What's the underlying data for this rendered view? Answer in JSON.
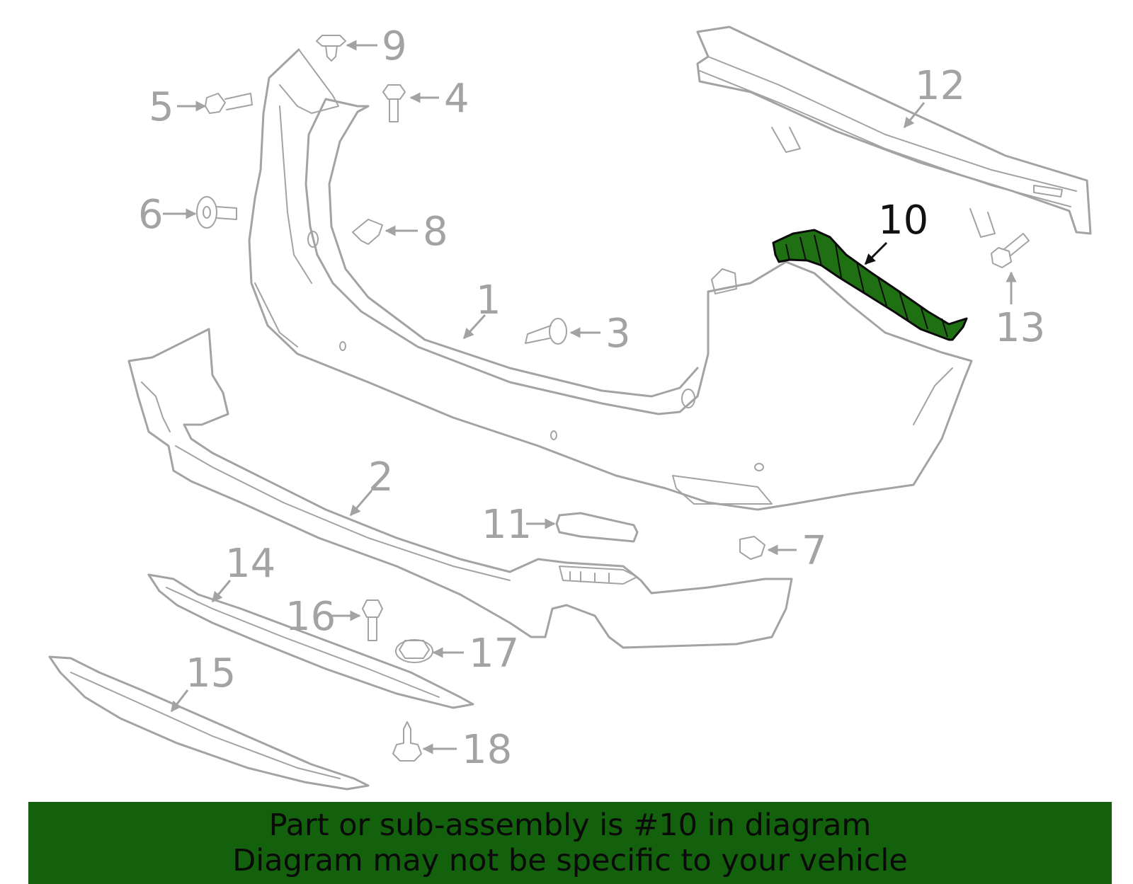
{
  "diagram": {
    "highlighted_part": "10",
    "highlight_color": "#1f6f13",
    "line_color": "#a3a3a3",
    "callouts": {
      "c1": "1",
      "c2": "2",
      "c3": "3",
      "c4": "4",
      "c5": "5",
      "c6": "6",
      "c7": "7",
      "c8": "8",
      "c9": "9",
      "c10": "10",
      "c11": "11",
      "c12": "12",
      "c13": "13",
      "c14": "14",
      "c15": "15",
      "c16": "16",
      "c17": "17",
      "c18": "18"
    }
  },
  "banner": {
    "background": "#13610c",
    "line1": "Part or sub-assembly is #10 in diagram",
    "line2": "Diagram may not be specific to your vehicle"
  }
}
